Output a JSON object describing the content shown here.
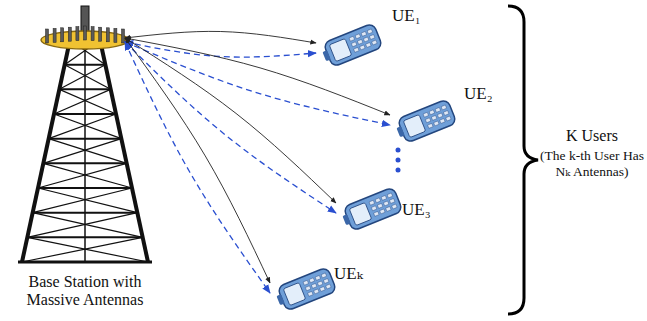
{
  "diagram": {
    "nodes": [
      {
        "text": [
          "Base Station with Massive Antennas"
        ]
      },
      {
        "text": [
          "UE₁"
        ]
      },
      {
        "text": [
          "UE₂"
        ]
      },
      {
        "text": [
          "UE₃"
        ]
      },
      {
        "text": [
          "UEₖ"
        ]
      }
    ],
    "edges": [
      {
        "from": 0,
        "to": 1,
        "arrow": "both"
      },
      {
        "from": 0,
        "to": 1,
        "arrow": "both"
      },
      {
        "from": 0,
        "to": 2,
        "arrow": "both"
      },
      {
        "from": 0,
        "to": 2,
        "arrow": "both"
      },
      {
        "from": 0,
        "to": 3,
        "arrow": "both"
      },
      {
        "from": 0,
        "to": 3,
        "arrow": "both"
      },
      {
        "from": 0,
        "to": 4,
        "arrow": "both"
      },
      {
        "from": 0,
        "to": 4,
        "arrow": "both"
      }
    ],
    "labels": [
      "K Users",
      "(The k-th User Has Nₖ Antennas)"
    ]
  }
}
